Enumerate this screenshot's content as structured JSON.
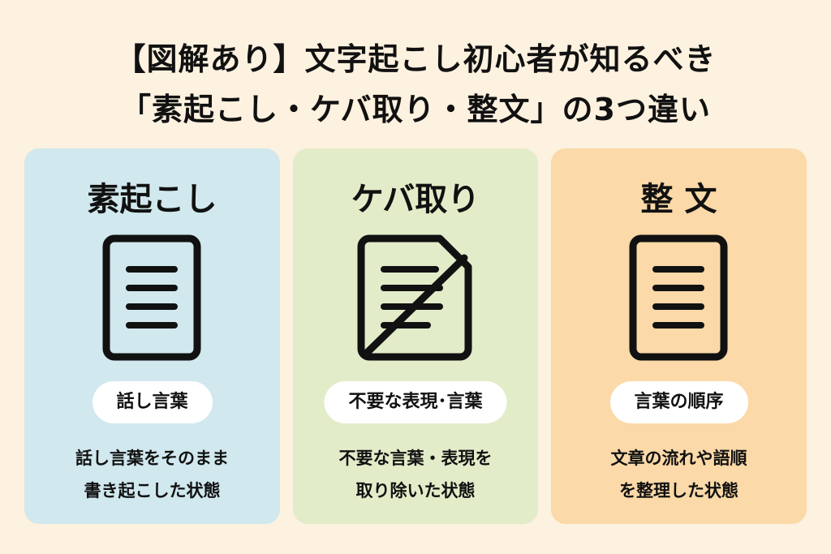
{
  "title": {
    "line1": "【図解あり】文字起こし初心者が知るべき",
    "line2": "「素起こし・ケバ取り・整文」の3つ違い"
  },
  "cards": [
    {
      "title": "素起こし",
      "icon": "document-icon",
      "label": "話し言葉",
      "desc_line1": "話し言葉をそのまま",
      "desc_line2": "書き起こした状態",
      "color": "#d0e8ee"
    },
    {
      "title": "ケバ取り",
      "icon": "document-crossed-icon",
      "label": "不要な表現･言葉",
      "desc_line1": "不要な言葉・表現を",
      "desc_line2": "取り除いた状態",
      "color": "#e3ecc9"
    },
    {
      "title": "整 文",
      "icon": "document-icon",
      "label": "言葉の順序",
      "desc_line1": "文章の流れや語順",
      "desc_line2": "を整理した状態",
      "color": "#fbd9a8"
    }
  ]
}
